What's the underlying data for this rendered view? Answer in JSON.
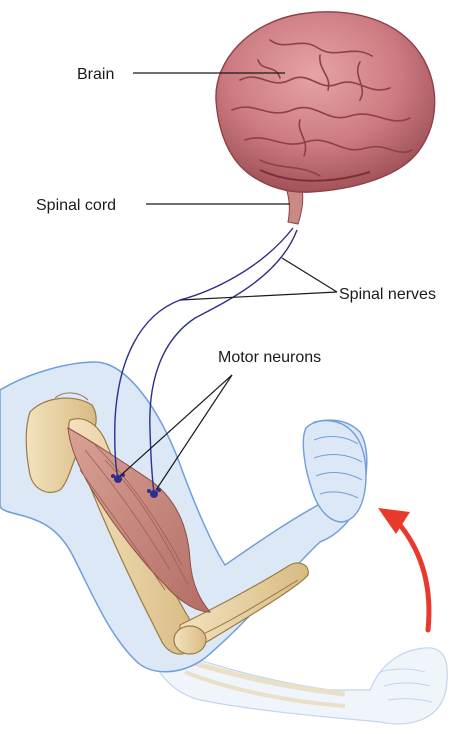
{
  "labels": {
    "brain": "Brain",
    "spinal_cord": "Spinal cord",
    "spinal_nerves": "Spinal nerves",
    "motor_neurons": "Motor neurons"
  },
  "colors": {
    "brain_fill": "#cc7c82",
    "brain_dark": "#8f3f48",
    "nerve": "#2e2f8c",
    "skin_fill": "#dde8f6",
    "skin_stroke": "#6f9fd8",
    "bone": "#e9d2a2",
    "bone_stroke": "#9a7b45",
    "muscle": "#c5867a",
    "arrow": "#e8392c",
    "leader": "#1a1a1a"
  }
}
